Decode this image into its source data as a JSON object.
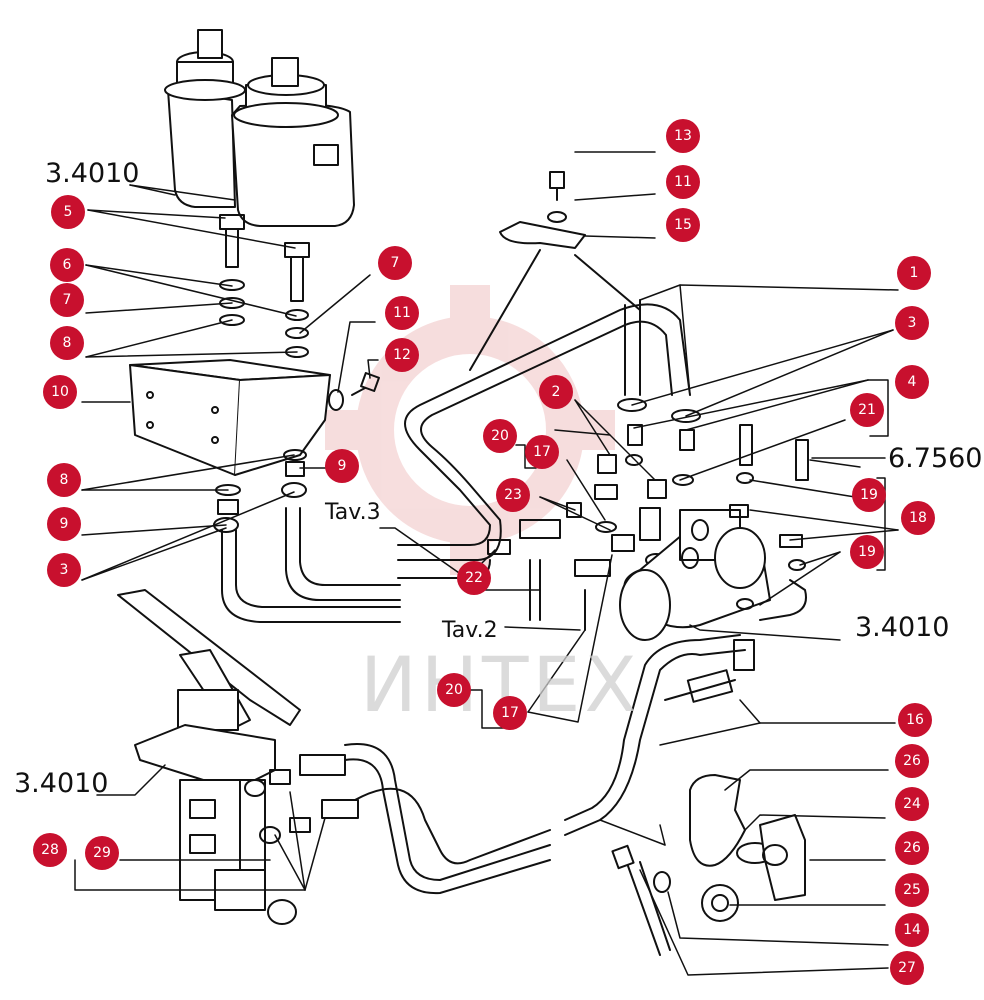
{
  "watermark": {
    "text": "ИНТЕХ",
    "color": "#e8a0a0"
  },
  "refs": {
    "r1": "3.4010",
    "r2": "6.7560",
    "r3": "3.4010",
    "r4": "3.4010",
    "tav3": "Tav.3",
    "tav2": "Tav.2"
  },
  "callouts": {
    "c5": "5",
    "c6": "6",
    "c7a": "7",
    "c7b": "7",
    "c8a": "8",
    "c10": "10",
    "c11a": "11",
    "c12": "12",
    "c8b": "8",
    "c9a": "9",
    "c9b": "9",
    "c3a": "3",
    "c13": "13",
    "c11b": "11",
    "c15": "15",
    "c1": "1",
    "c3b": "3",
    "c4": "4",
    "c21": "21",
    "c2": "2",
    "c20a": "20",
    "c17a": "17",
    "c23": "23",
    "c19a": "19",
    "c18": "18",
    "c19b": "19",
    "c22": "22",
    "c20b": "20",
    "c17b": "17",
    "c16": "16",
    "c26a": "26",
    "c24": "24",
    "c26b": "26",
    "c25": "25",
    "c14": "14",
    "c27": "27",
    "c28": "28",
    "c29": "29"
  },
  "colors": {
    "callout": "#c8102e",
    "line": "#111111"
  }
}
